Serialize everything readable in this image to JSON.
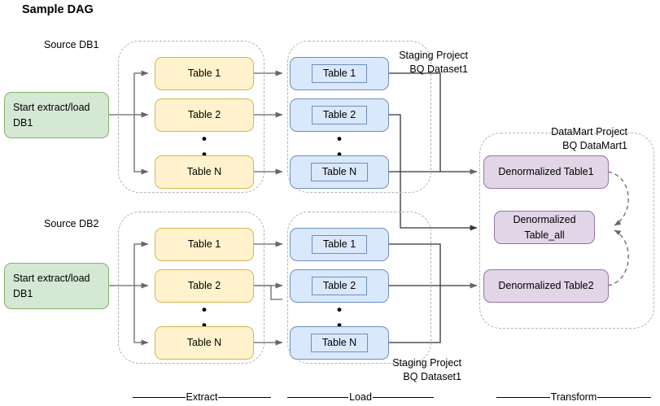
{
  "title": "Sample DAG",
  "groups": {
    "source_db1_label": "Source DB1",
    "source_db2_label": "Source DB2",
    "staging_top_label": "Staging Project\nBQ Dataset1",
    "staging_bottom_label": "Staging Project\nBQ Dataset1",
    "datamart_label": "DataMart Project\nBQ DataMart1"
  },
  "start_nodes": [
    {
      "id": "start-db1",
      "label": "Start extract/load DB1"
    },
    {
      "id": "start-db2",
      "label": "Start extract/load DB1"
    }
  ],
  "extract_top": {
    "tables": [
      "Table 1",
      "Table 2",
      "Table N"
    ],
    "ellipsis": "•"
  },
  "extract_bottom": {
    "tables": [
      "Table 1",
      "Table 2",
      "Table N"
    ],
    "ellipsis": "•"
  },
  "load_top": {
    "tables": [
      "Table 1",
      "Table 2",
      "Table N"
    ],
    "ellipsis": "•"
  },
  "load_bottom": {
    "tables": [
      "Table 1",
      "Table 2",
      "Table N"
    ],
    "ellipsis": "•"
  },
  "transform": {
    "tables": [
      {
        "id": "denorm-table1",
        "label": "Denormalized Table1"
      },
      {
        "id": "denorm-table-all",
        "label": "Denormalized\nTable_all"
      },
      {
        "id": "denorm-table2",
        "label": "Denormalized Table2"
      }
    ]
  },
  "phases": [
    {
      "id": "phase-extract",
      "label": "Extract"
    },
    {
      "id": "phase-load",
      "label": "Load"
    },
    {
      "id": "phase-transform",
      "label": "Transform"
    }
  ],
  "colors": {
    "green_fill": "#d5e8d4",
    "green_stroke": "#82b366",
    "yellow_fill": "#fff2cc",
    "yellow_stroke": "#d6b656",
    "blue_fill": "#dae8fc",
    "blue_stroke": "#6c8ebf",
    "purple_fill": "#e1d5e7",
    "purple_stroke": "#9673a6",
    "edge": "#666666",
    "edge_dark": "#333333",
    "group_dash": "#b3b3b3",
    "text": "#000000"
  }
}
